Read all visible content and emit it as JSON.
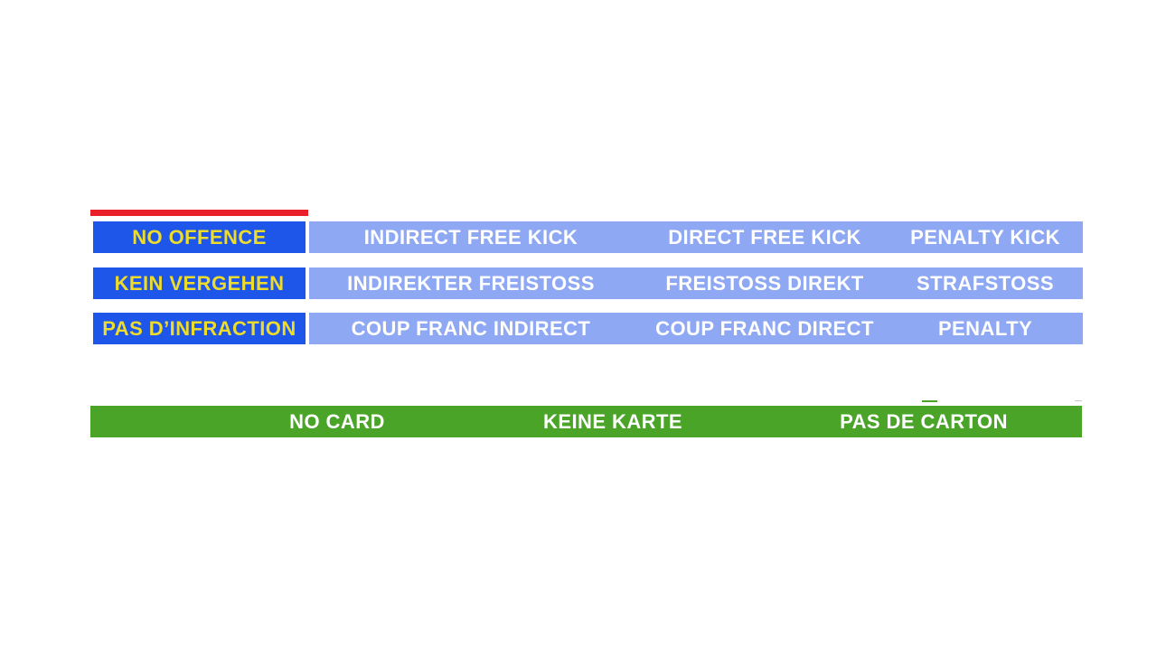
{
  "slide": {
    "offence_table": {
      "rows": [
        {
          "offence": "NO OFFENCE",
          "sanctions": [
            "INDIRECT FREE KICK",
            "DIRECT FREE KICK",
            "PENALTY KICK"
          ]
        },
        {
          "offence": "KEIN VERGEHEN",
          "sanctions": [
            "INDIREKTER FREISTOSS",
            "FREISTOSS DIREKT",
            "STRAFSTOSS"
          ]
        },
        {
          "offence": "PAS D’INFRACTION",
          "sanctions": [
            "COUP FRANC INDIRECT",
            "COUP FRANC DIRECT",
            "PENALTY"
          ]
        }
      ]
    },
    "card_bar": {
      "labels": [
        "NO CARD",
        "KEINE KARTE",
        "PAS DE CARTON"
      ]
    },
    "colors": {
      "accent_red": "#e9202a",
      "offence_cell_blue": "#1e56ea",
      "sanction_bar_blue": "#8ea8f3",
      "offence_text_yellow": "#eedc2b",
      "card_bar_green": "#4aa428",
      "sanction_text_white": "#ffffff"
    }
  }
}
